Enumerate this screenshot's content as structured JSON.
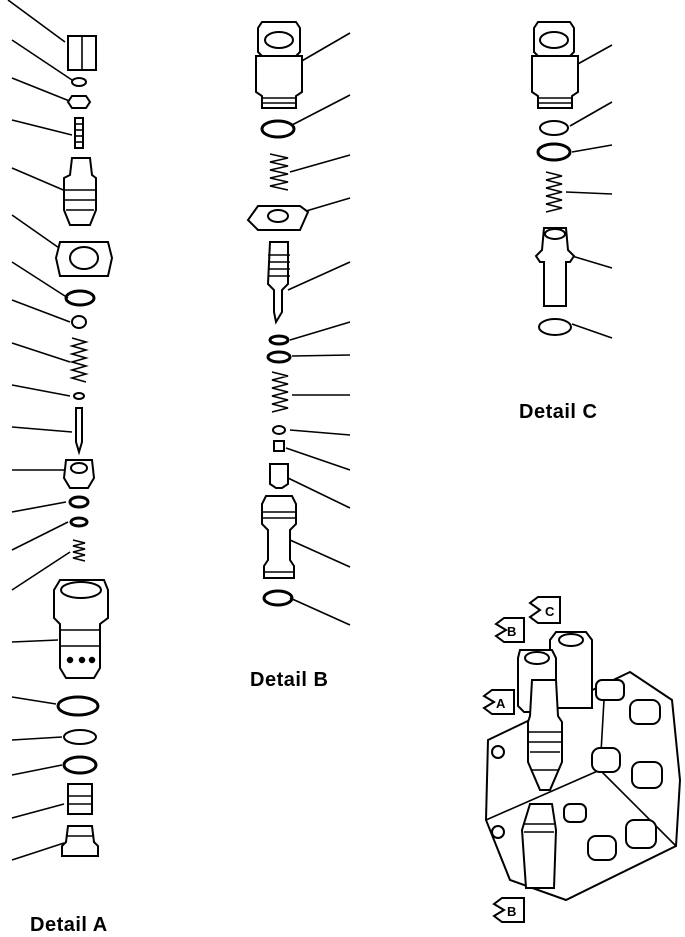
{
  "captions": {
    "detail_a": "Detail  A",
    "detail_b": "Detail  B",
    "detail_c": "Detail  C"
  },
  "locator_flags": {
    "top_c": "C",
    "top_b": "B",
    "side_a": "A",
    "bottom_b": "B"
  }
}
